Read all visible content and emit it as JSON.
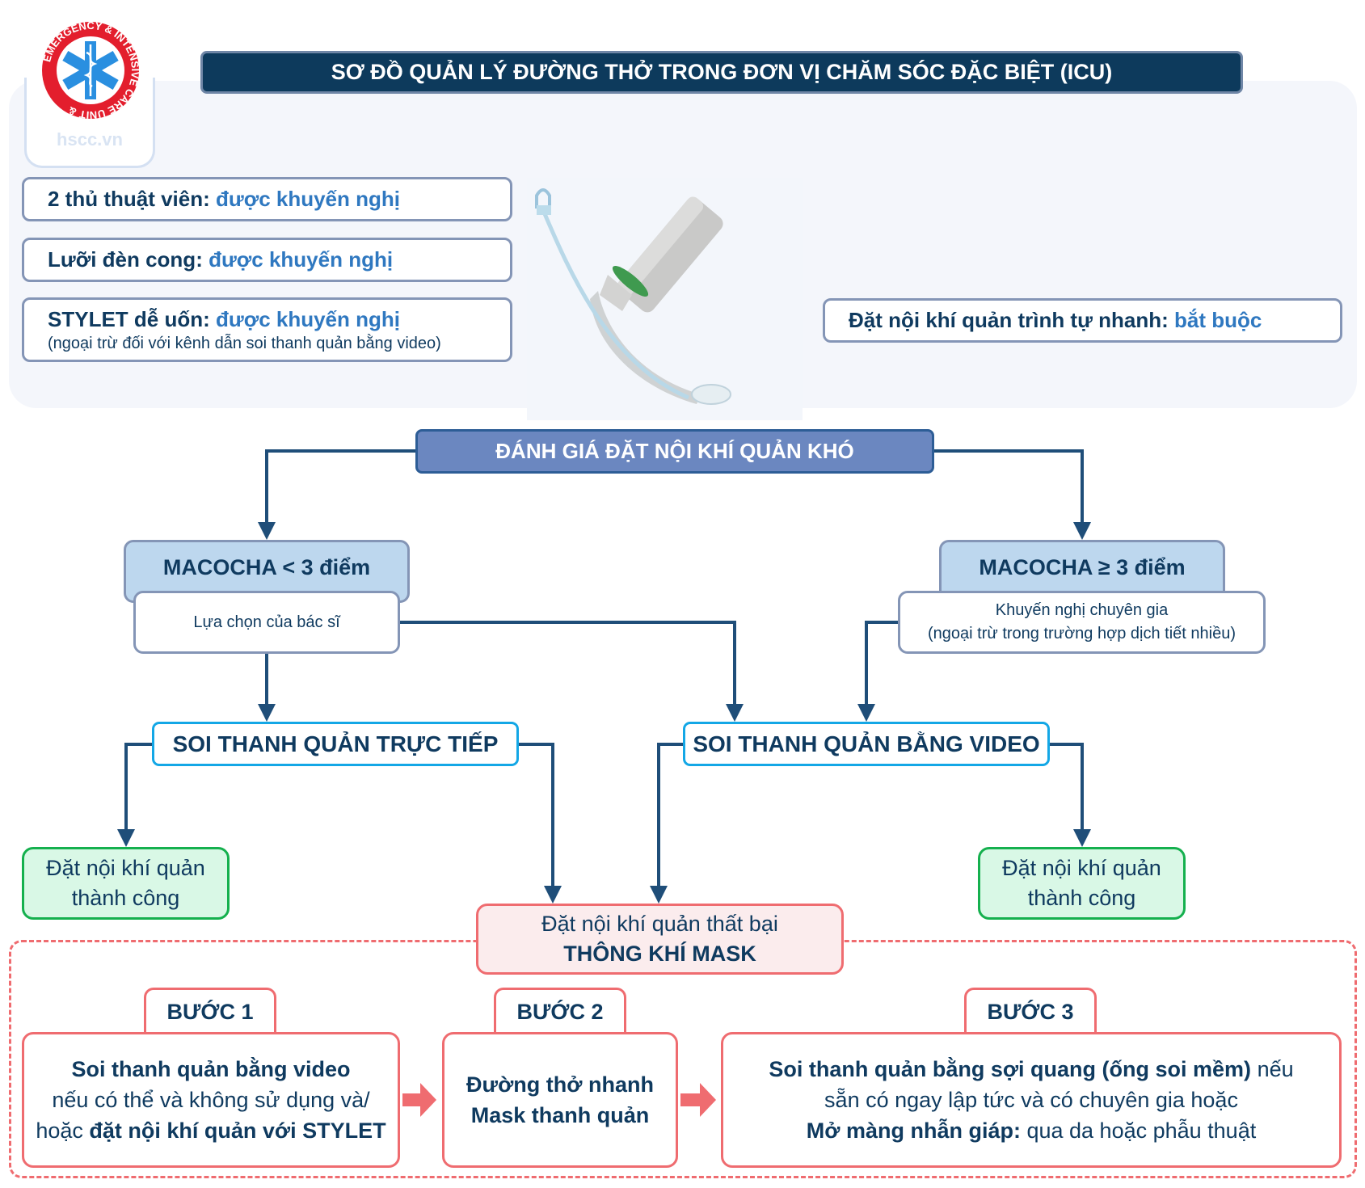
{
  "header": {
    "title": "SƠ ĐỒ QUẢN LÝ ĐƯỜNG THỞ TRONG ĐƠN VỊ CHĂM SÓC ĐẶC BIỆT (ICU)",
    "logo_ring_text": "EMERGENCY & INTENSIVE CARE UNIT &",
    "watermark": "hscc.vn"
  },
  "recommendations": [
    {
      "label": "2 thủ thuật viên: ",
      "value": "được khuyến nghị",
      "note": ""
    },
    {
      "label": "Lưỡi đèn cong: ",
      "value": "được khuyến nghị",
      "note": ""
    },
    {
      "label": "STYLET dễ uốn: ",
      "value": "được khuyến nghị",
      "note": "(ngoại trừ đối với kênh dẫn soi thanh quản bằng video)"
    }
  ],
  "rapid_sequence": {
    "label": "Đặt nội khí quản trình tự nhanh: ",
    "value": "bắt buộc"
  },
  "image": {
    "icon": "laryngoscope-with-stylet-illustration"
  },
  "flow": {
    "assessment": "ĐÁNH GIÁ ĐẶT NỘI KHÍ QUẢN KHÓ",
    "macocha_low": {
      "title": "MACOCHA < 3 điểm",
      "detail": [
        "Lựa chọn của bác sĩ"
      ]
    },
    "macocha_high": {
      "title": "MACOCHA ≥ 3 điểm",
      "detail": [
        "Khuyến nghị chuyên gia",
        "(ngoại trừ trong trường hợp dịch tiết nhiều)"
      ]
    },
    "direct": "SOI THANH QUẢN TRỰC TIẾP",
    "video": "SOI THANH QUẢN BẰNG VIDEO",
    "success": [
      "Đặt nội khí quản",
      "thành công"
    ],
    "failure": {
      "line1": "Đặt nội khí quản thất bại",
      "line2": "THÔNG KHÍ MASK"
    }
  },
  "steps": [
    {
      "tab": "BƯỚC 1",
      "lines": [
        [
          {
            "t": "Soi thanh quản bằng video",
            "b": true
          }
        ],
        [
          {
            "t": "nếu có thể và không sử dụng và/",
            "b": false
          }
        ],
        [
          {
            "t": "hoặc ",
            "b": false
          },
          {
            "t": "đặt nội khí quản với STYLET",
            "b": true
          }
        ]
      ]
    },
    {
      "tab": "BƯỚC 2",
      "lines": [
        [
          {
            "t": "Đường thở nhanh",
            "b": true
          }
        ],
        [
          {
            "t": "Mask thanh quản",
            "b": true
          }
        ]
      ]
    },
    {
      "tab": "BƯỚC 3",
      "lines": [
        [
          {
            "t": "Soi thanh quản bằng sợi quang (ống soi mềm)",
            "b": true
          },
          {
            "t": " nếu",
            "b": false
          }
        ],
        [
          {
            "t": "sẵn có ngay lập tức và có chuyên gia hoặc",
            "b": false
          }
        ],
        [
          {
            "t": "Mở màng nhẫn giáp:",
            "b": true
          },
          {
            "t": " qua da hoặc phẫu thuật",
            "b": false
          }
        ]
      ]
    }
  ],
  "colors": {
    "navy": "#0d3a5c",
    "accent_blue": "#2f78c0",
    "arrow": "#1f4e79",
    "danger": "#ef6c70",
    "success": "#15b04e",
    "video_border": "#13a7e6"
  }
}
